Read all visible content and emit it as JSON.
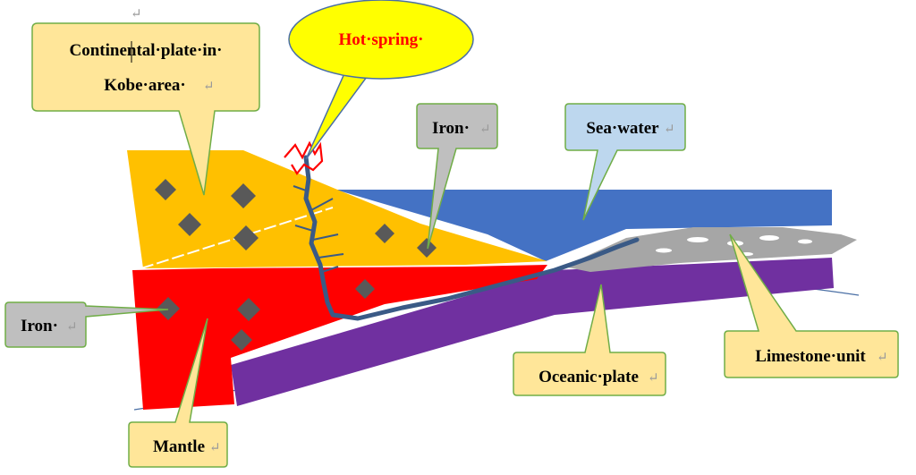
{
  "labels": {
    "continental_plate_line1": "Continental·plate·in·",
    "continental_plate_line2": "Kobe·area·",
    "hot_spring": "Hot·spring·",
    "iron_top": "Iron·",
    "sea_water": "Sea·water",
    "iron_left": "Iron·",
    "limestone_unit": "Limestone·unit",
    "oceanic_plate": "Oceanic·plate",
    "mantle": "Mantle"
  },
  "paragraph_mark": "↵",
  "colors": {
    "continental_plate": "#ffc000",
    "mantle": "#ff0000",
    "oceanic_plate": "#7030a0",
    "sea_water": "#4472c4",
    "limestone": "#a6a6a6",
    "iron_diamond": "#595959",
    "vein": "#3a5a86",
    "hot_spring_fill": "#ffff00",
    "hot_spring_text": "#ff0000",
    "callout_beige": "#ffe699",
    "callout_gray": "#bfbfbf",
    "callout_blue": "#bdd7ee",
    "callout_border": "#70ad47"
  }
}
